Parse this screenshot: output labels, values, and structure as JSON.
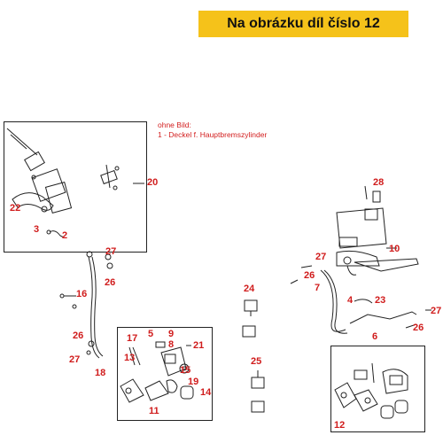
{
  "banner": {
    "text": "Na obrázku díl číslo 12"
  },
  "note": {
    "line1": "ohne Bild:",
    "line2": "1 - Deckel f. Hauptbremszylinder"
  },
  "colors": {
    "banner_bg": "#f5c21a",
    "label_red": "#d01c1c",
    "line_art": "#222222"
  },
  "callouts": [
    "20",
    "22",
    "3",
    "2",
    "28",
    "10",
    "27",
    "26",
    "7",
    "4",
    "23",
    "27",
    "26",
    "24",
    "25",
    "27",
    "26",
    "16",
    "26",
    "27",
    "17",
    "5",
    "9",
    "8",
    "13",
    "21",
    "15",
    "19",
    "14",
    "18",
    "11",
    "6",
    "12"
  ]
}
